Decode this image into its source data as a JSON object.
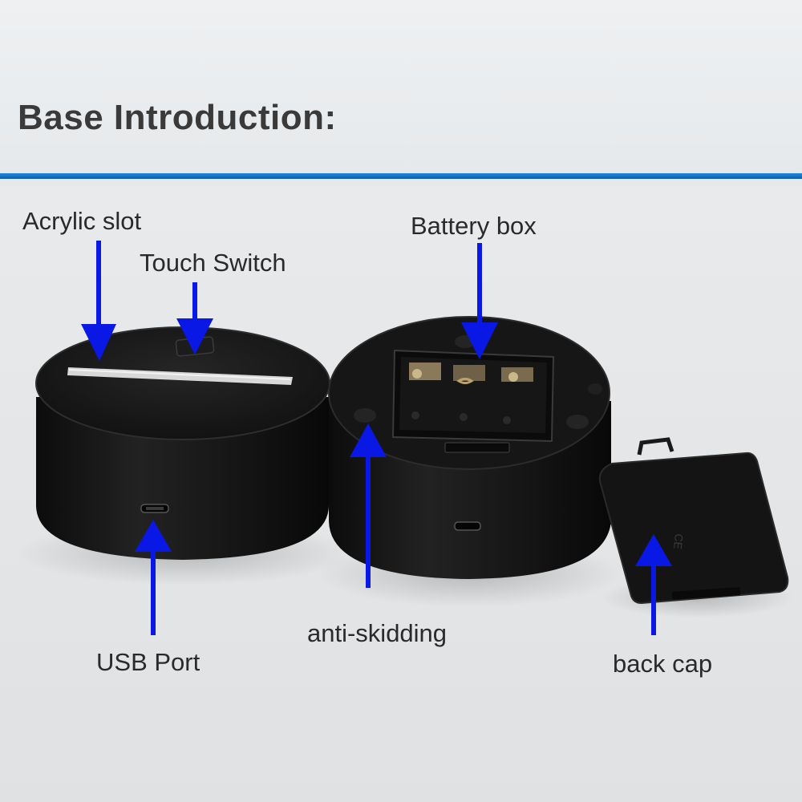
{
  "header": {
    "title": "Base Introduction:",
    "accent_color": "#1a7fd6"
  },
  "labels": {
    "acrylic_slot": "Acrylic slot",
    "touch_switch": "Touch Switch",
    "battery_box": "Battery box",
    "usb_port": "USB Port",
    "anti_skidding": "anti-skidding",
    "back_cap": "back cap"
  },
  "colors": {
    "arrow": "#0a18e6",
    "base_body": "#141414",
    "background": "#e6e8ea"
  },
  "battery_cover_text": "CE"
}
